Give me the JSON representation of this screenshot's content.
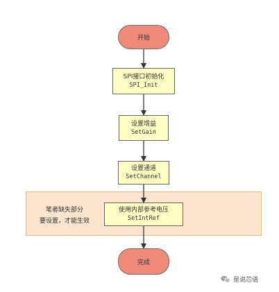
{
  "flow": {
    "start": "开始",
    "step1_line1": "SPI接口初始化",
    "step1_line2": "SPI_Init",
    "step2_line1": "设置增益",
    "step2_line2": "SetGain",
    "step3_line1": "设置通道",
    "step3_line2": "SetChannel",
    "step4_line1": "使用内部参考电压",
    "step4_line2": "SetIntRef",
    "end": "完成"
  },
  "group": {
    "note_line1": "笔者缺失部分",
    "note_line2": "要设置，才能生效"
  },
  "watermark": {
    "text": "是说芯语",
    "icon": "wechat-icon"
  },
  "colors": {
    "terminal_fill": "#f08a78",
    "process_fill": "#ffffc6",
    "group_fill": "#fde4cf",
    "connector": "#333333"
  }
}
